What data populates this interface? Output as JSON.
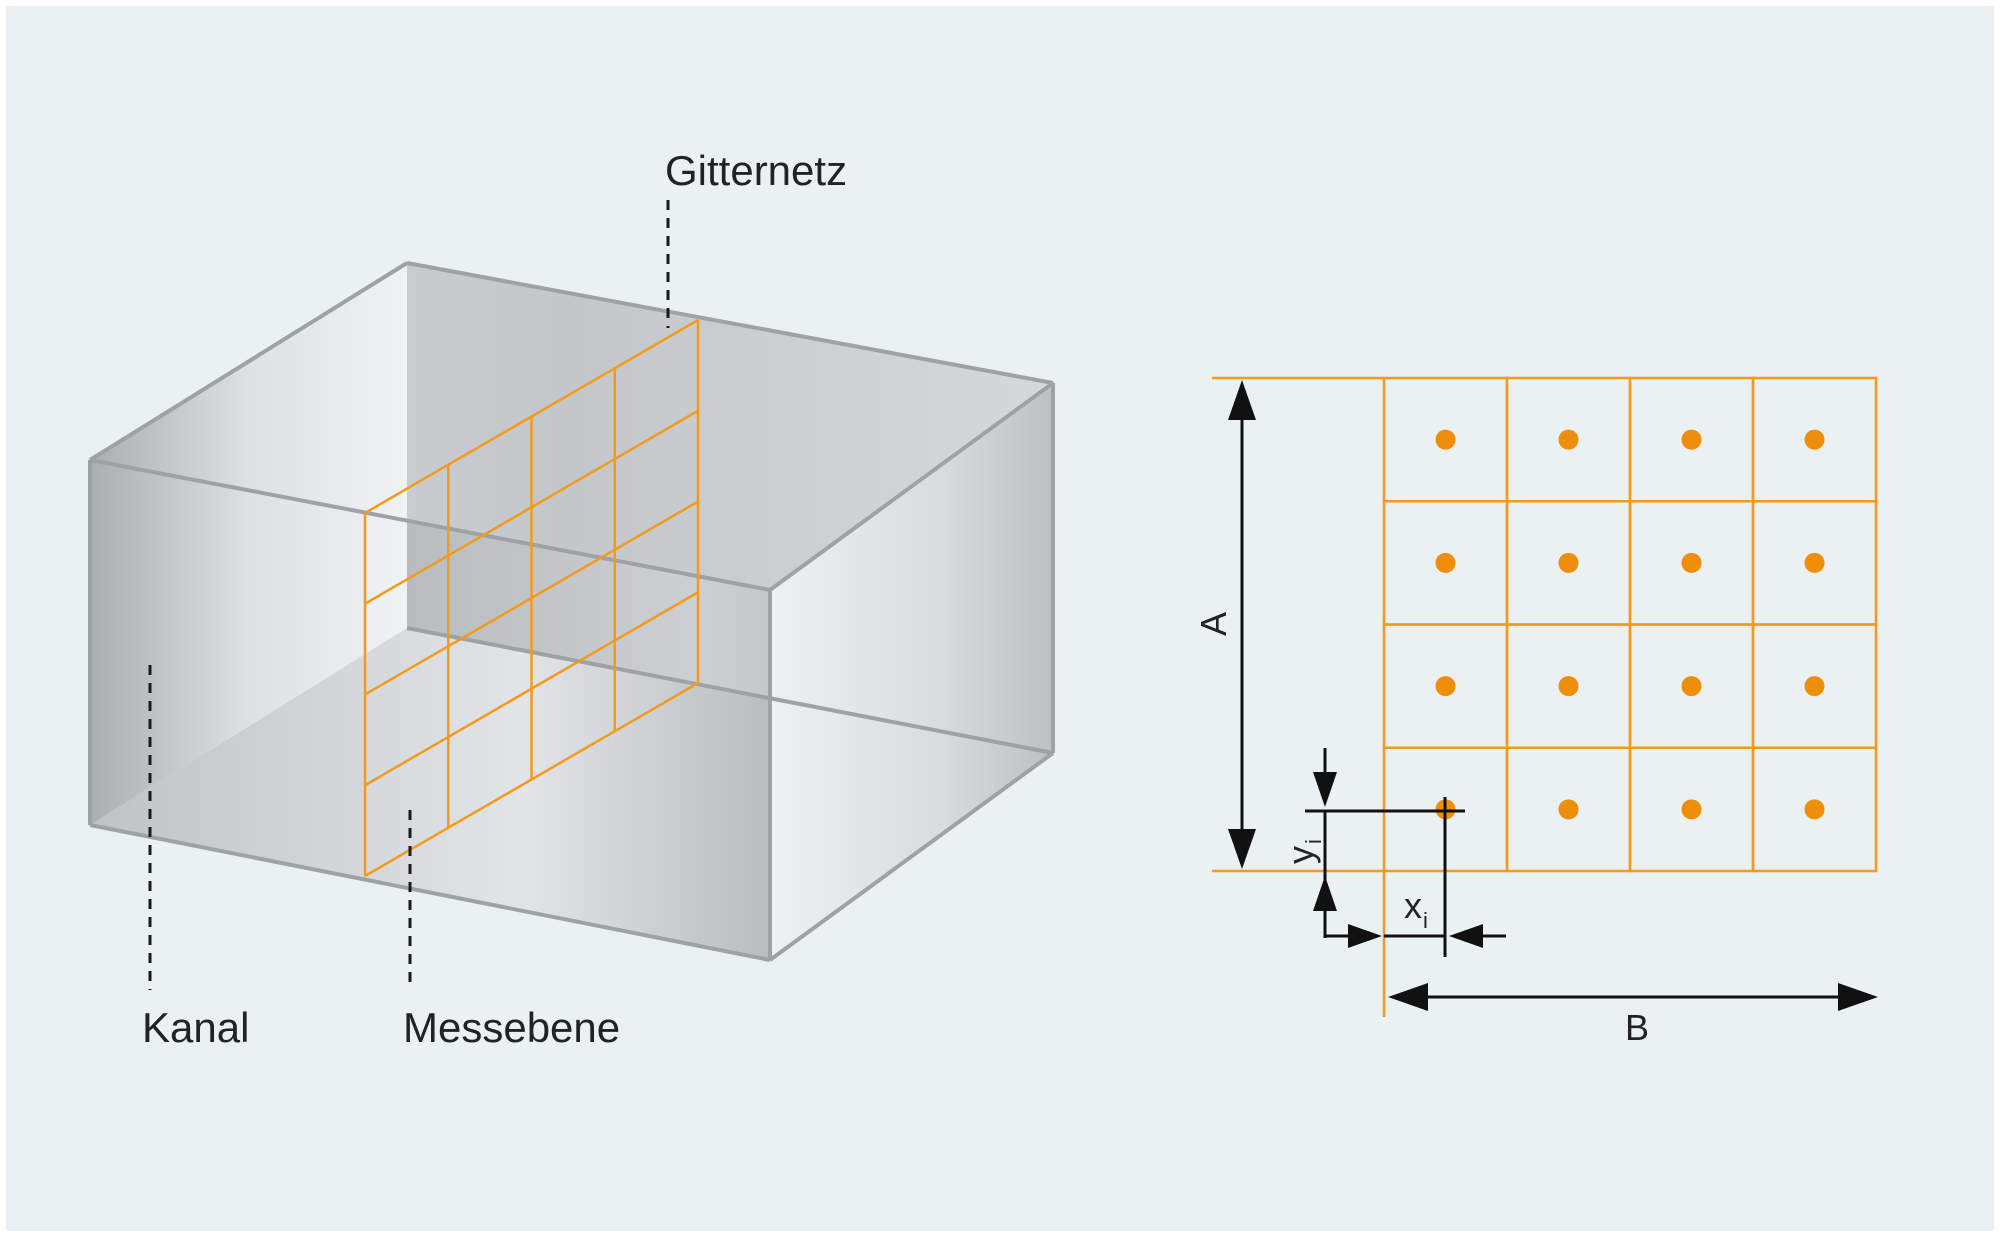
{
  "colors": {
    "background": "#EBF0F2",
    "grid_orange": "#F39A1E",
    "dot_orange": "#EE8E0A",
    "arrow_black": "#111111"
  },
  "labels": {
    "gitternetz": "Gitternetz",
    "kanal": "Kanal",
    "messebene": "Messebene",
    "dim_a": "A",
    "dim_b": "B",
    "dim_x": "x",
    "dim_x_sub": "i",
    "dim_y": "y",
    "dim_y_sub": "i"
  },
  "grid": {
    "rows": 4,
    "columns": 4
  }
}
